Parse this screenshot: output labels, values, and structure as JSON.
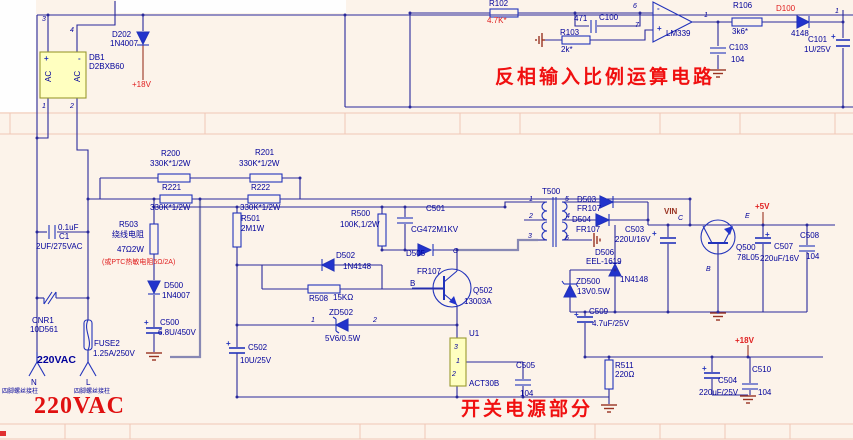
{
  "colors": {
    "wire": "#2a2a9c",
    "component": "#2233bb",
    "ground_maroon": "#993322",
    "value_red": "#e02020",
    "title_red": "#f01010",
    "part_yellow": "#ffffc0",
    "background": "#fcf3ea",
    "grid_pink": "#f0c7b6"
  },
  "sym": {
    "plus": "+",
    "minus": "-",
    "b": "B",
    "c": "C",
    "e": "E"
  },
  "pins": {
    "p1": "1",
    "p2": "2",
    "p3": "3",
    "p4": "4",
    "p5": "5",
    "p6": "6",
    "p7": "7"
  },
  "rails": {
    "p18": "+18V",
    "p5": "+5V",
    "vin": "VIN"
  },
  "titles": {
    "opamp": "反相输入比例运算电路",
    "smps": "开关电源部分",
    "mains_big": "220VAC"
  },
  "mains": {
    "c1_cap": "0.1uF",
    "c1_ref": "C1",
    "c1_val": "2UF/275VAC",
    "cnr1_ref": "CNR1",
    "cnr1_val": "10D561",
    "fuse_ref": "FUSE2",
    "fuse_val": "1.25A/250V",
    "vac": "220VAC",
    "n": "N",
    "l": "L",
    "terminal_note": "四脚螺丝接柱"
  },
  "bridge": {
    "ref": "DB1",
    "part": "D2BXB60",
    "ac": "AC"
  },
  "aux": {
    "d202_ref": "D202",
    "d202_val": "1N4007"
  },
  "opamp": {
    "r102_ref": "R102",
    "r102_val": "4.7K*",
    "c100_ref": "C100",
    "c100_val": "471",
    "r103_ref": "R103",
    "r103_val": "2k*",
    "ic": "LM339",
    "r106_ref": "R106",
    "r106_val": "3k6*",
    "d100_ref": "D100",
    "d100_val": "4148",
    "c103_ref": "C103",
    "c103_val": "104",
    "c101_ref": "C101",
    "c101_val": "1U/25V"
  },
  "divider": {
    "r200": "R200",
    "r201": "R201",
    "r221": "R221",
    "r222": "R222",
    "val": "330K*1/2W"
  },
  "smps": {
    "r503_ref": "R503",
    "r503_type": "绕线电阻",
    "r503_val": "47Ω2W",
    "ptc_note": "(或PTC热敏电阻6Ω/2A)",
    "d500_ref": "D500",
    "d500_val": "1N4007",
    "c500_ref": "C500",
    "c500_val": "6.8U/450V",
    "r501_ref": "R501",
    "r501_val": "2M1W",
    "r500_ref": "R500",
    "r500_val": "100K,1/2W",
    "c501_ref": "C501",
    "c501_val": "CG472M1KV",
    "d502_ref": "D502",
    "d502_val": "1N4148",
    "r508_ref": "R508",
    "r508_val": "15KΩ",
    "zd502_ref": "ZD502",
    "zd502_val": "5V6/0.5W",
    "c502_ref": "C502",
    "c502_val": "10U/25V",
    "q502_ref": "Q502",
    "q502_val": "13003A",
    "d505_ref": "D505",
    "d505_val": "FR107",
    "t500_ref": "T500",
    "d503_ref": "D503",
    "d503_val": "FR107",
    "d504_ref": "D504",
    "d504_val": "FR107",
    "d506_ref": "D506",
    "d506_core": "EEL-1619",
    "d506_val": "1N4148",
    "zd500_ref": "ZD500",
    "zd500_val": "13V0.5W",
    "c503_ref": "C503",
    "c503_val": "220U/16V",
    "c509_ref": "C509",
    "c509_val": "4.7uF/25V",
    "r511_ref": "R511",
    "r511_val": "220Ω",
    "u1_ref": "U1",
    "u1_part": "ACT30B",
    "c505_ref": "C505",
    "c505_val": "104"
  },
  "output": {
    "q500_ref": "Q500",
    "q500_val": "78L05",
    "c507_ref": "C507",
    "c507_val": "220uF/16V",
    "c508_ref": "C508",
    "c508_val": "104",
    "c504_ref": "C504",
    "c504_val": "220uF/25V",
    "c510_ref": "C510",
    "c510_val": "104"
  }
}
